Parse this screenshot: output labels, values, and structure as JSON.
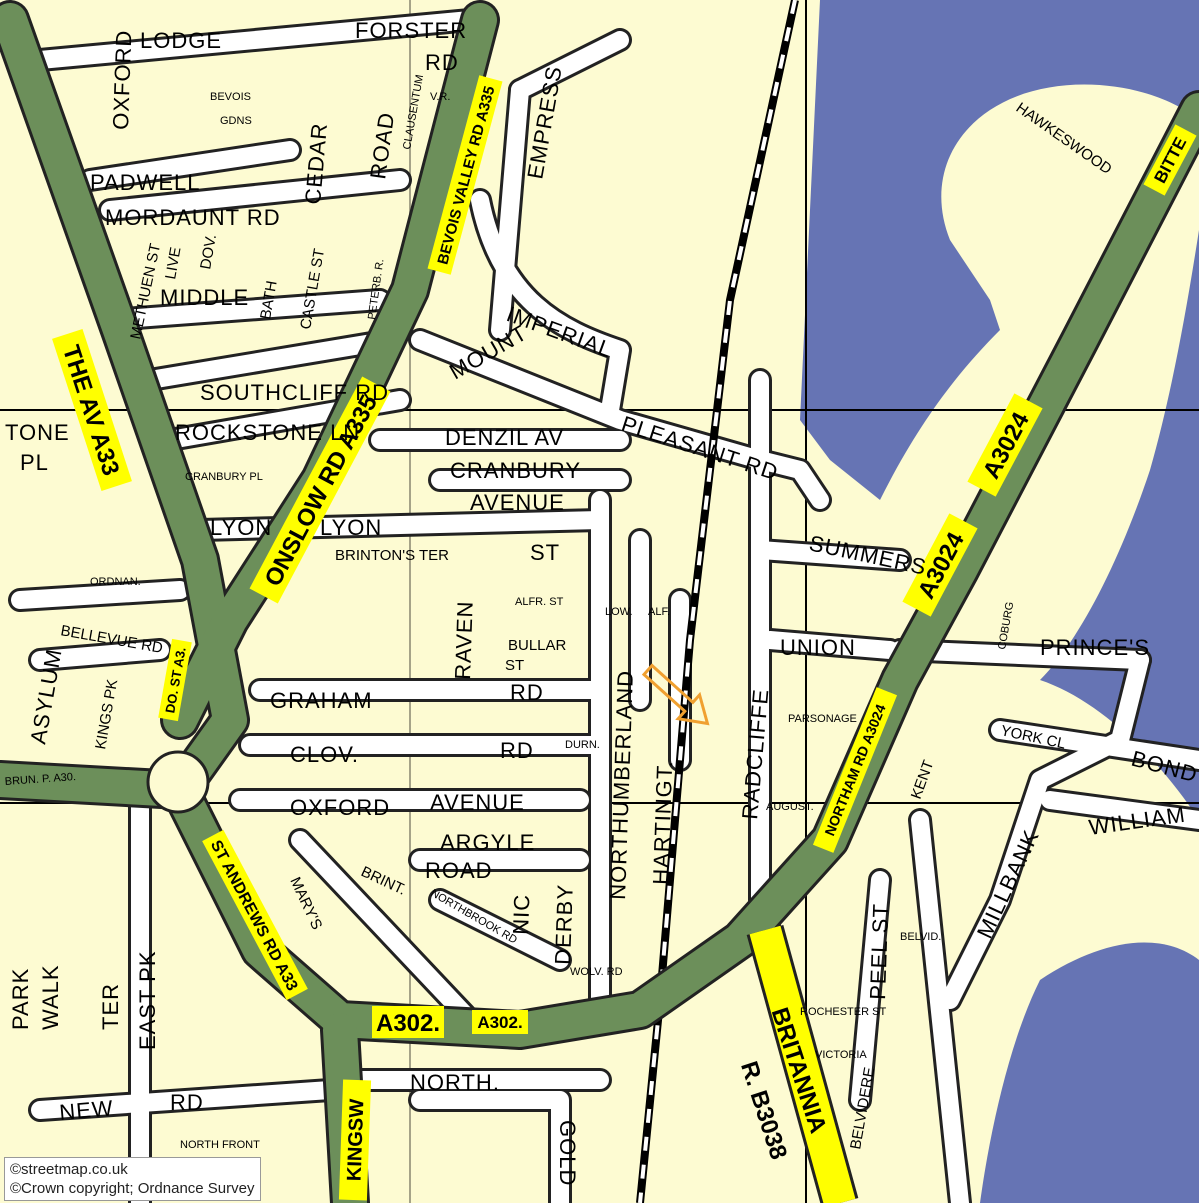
{
  "colors": {
    "land": "#fdfbd2",
    "water": "#6674b4",
    "road": "#ffffff",
    "road_casing": "#222222",
    "primary_road": "#6c8f5a",
    "road_number_badge": "#ffff00",
    "grid": "#000000",
    "marker": "#f0a030"
  },
  "labels": {
    "lodge": "LODGE",
    "forster": "FORSTER",
    "rd_a": "RD",
    "oxford_n": "OXFORD",
    "bevois_gdns": "BEVOIS",
    "gdns": "GDNS",
    "cedar": "CEDAR",
    "road_n": "ROAD",
    "clausentum": "CLAUSENTUM",
    "vr": "V.R.",
    "padwell": "PADWELL",
    "mordaunt": "MORDAUNT RD",
    "empress": "EMPRESS",
    "hawkeswood": "HAWKESWOOD",
    "methuen": "METHUEN ST",
    "live": "LIVE",
    "dov": "DOV.",
    "middle": "MIDDLE",
    "castle": "CASTLE ST",
    "bath": "BATH",
    "peters": "PETERB. R.",
    "imperial": "IMPERIAL",
    "southcliff": "SOUTHCLIFF RD",
    "rockstone": "ROCKSTONE LN",
    "mount": "MOUNT",
    "tone": "TONE",
    "pl": "PL",
    "denzil": "DENZIL AV",
    "pleasant": "PLEASANT RD",
    "cranbury": "CRANBURY",
    "cranbury_pl": "CRANBURY PL",
    "avenue": "AVENUE",
    "lyon": "LYON",
    "st_a": "ST",
    "summers": "SUMMERS",
    "brinton": "BRINTON'S TER",
    "ordnan": "ORDNAN.",
    "raven": "RAVEN",
    "alfr": "ALFR. ST",
    "low": "LOW.",
    "alf": "ALF.",
    "bullar": "BULLAR",
    "northumberland": "NORTHUMBERLAND",
    "union": "UNION",
    "princes": "PRINCE'S",
    "coburg": "COBURG",
    "bellevue": "BELLEVUE RD",
    "asylum": "ASYLUM",
    "kings_pk": "KINGS PK",
    "graham": "GRAHAM",
    "radcliffe": "RADCLIFFE",
    "parsonage": "PARSONAGE",
    "york_cl": "YORK CL",
    "bond": "BOND",
    "clov": "CLOV.",
    "durn": "DURN.",
    "harting": "HARTINGT.",
    "kent": "KENT",
    "oxford_av": "OXFORD",
    "avenue2": "AVENUE",
    "william": "WILLIAM",
    "argyle": "ARGYLE",
    "road_s": "ROAD",
    "august": "AUGUST.",
    "millbank": "MILLBANK",
    "marys": "MARY'S",
    "brint": "BRINT.",
    "northbrook": "NORTHBROOK RD",
    "derby": "DERBY",
    "nic": "NIC",
    "peel": "PEEL ST",
    "belvid": "BELVID.",
    "rochester": "ROCHESTER ST",
    "victoria": "VICTORIA",
    "belvidere": "BELVIDERE",
    "park": "PARK",
    "walk": "WALK",
    "east_pk": "EAST PK",
    "ter": "TER",
    "new": "NEW",
    "north": "NORTH.",
    "north_front": "NORTH FRONT",
    "wolv": "WOLV. RD",
    "gold": "GOLD",
    "rd_graham": "RD",
    "rd_clov": "RD",
    "st_bullar": "ST",
    "rd_new": "RD",
    "brun_p": "BRUN. P. A30."
  },
  "badges": {
    "the_av_a33": "THE AV A33",
    "onslow_a335": "ONSLOW RD A335",
    "bevois_valley": "BEVOIS VALLEY RD A335",
    "a3024_1": "A3024",
    "a3024_2": "A3024",
    "a302_1": "A302.",
    "a302_2": "A302.",
    "st_andrews_a33": "ST ANDREWS RD A33",
    "northam_a3024": "NORTHAM RD A3024",
    "britannia_b3038": "BRITANNIA",
    "b3038": "R. B3038",
    "kingsw": "KINGSW",
    "bitte": "BITTE",
    "do_st_a3": "DO. ST A3."
  },
  "credits": {
    "line1": "©streetmap.co.uk",
    "line2": "©Crown copyright; Ordnance Survey"
  }
}
